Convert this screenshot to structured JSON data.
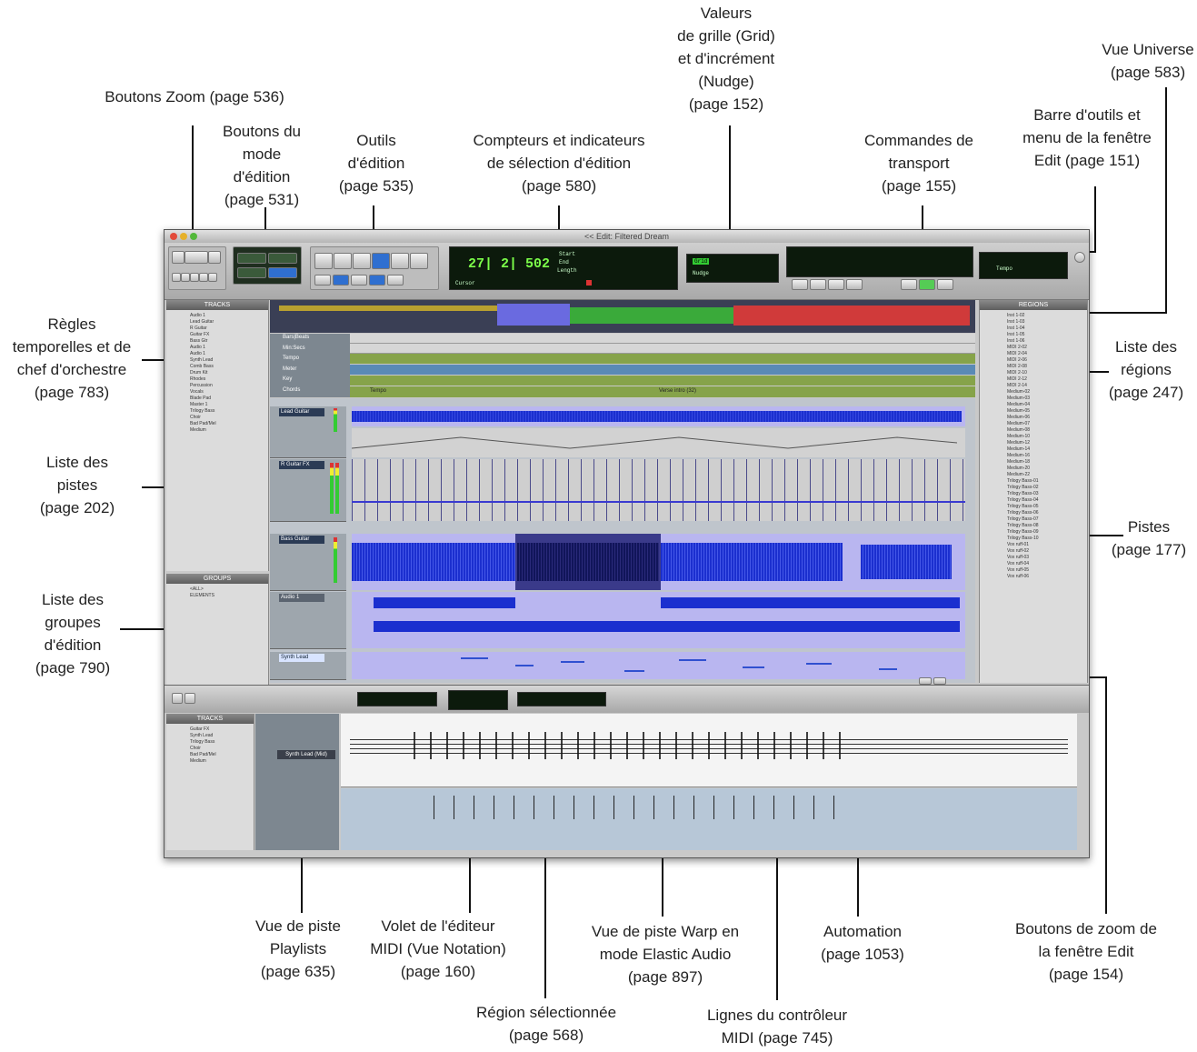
{
  "callouts": {
    "zoom": "Boutons Zoom (page 536)",
    "edit_mode": "Boutons du\nmode\nd'édition\n(page 531)",
    "edit_tools": "Outils\nd'édition\n(page 535)",
    "counters": "Compteurs et indicateurs\nde sélection d'édition\n(page 580)",
    "grid": "Valeurs\nde grille (Grid)\net d'incrément\n(Nudge)\n(page 152)",
    "transport": "Commandes de\ntransport\n(page 155)",
    "toolbar_menu": "Barre d'outils et\nmenu de la fenêtre\nEdit (page 151)",
    "universe": "Vue Universe\n(page 583)",
    "rulers": "Règles\ntemporelles et de\nchef d'orchestre\n(page 783)",
    "track_list": "Liste des\npistes\n(page 202)",
    "group_list": "Liste des\ngroupes\nd'édition\n(page 790)",
    "region_list": "Liste des\nrégions\n(page 247)",
    "tracks": "Pistes\n(page 177)",
    "playlists": "Vue de piste\nPlaylists\n(page 635)",
    "midi_editor": "Volet de l'éditeur\nMIDI (Vue Notation)\n(page 160)",
    "selected_region": "Région sélectionnée\n(page 568)",
    "warp": "Vue de piste Warp en\nmode Elastic Audio\n(page 897)",
    "controller": "Lignes du contrôleur\nMIDI (page 745)",
    "automation": "Automation\n(page 1053)",
    "zoom_edit": "Boutons de zoom de\nla fenêtre Edit\n(page 154)"
  },
  "window": {
    "title": "<< Edit: Filtered Dream",
    "counter_main": "27| 2| 502",
    "counter_labels": [
      "Start",
      "End",
      "Length"
    ],
    "cursor_label": "Cursor",
    "grid_label": "Grid",
    "nudge_label": "Nudge",
    "tempo_label": "Tempo"
  },
  "tracks_panel": {
    "header": "TRACKS",
    "items": [
      "Audio 1",
      "Lead Guitar",
      "R Guitar",
      "Guitar FX",
      "Bass Gtr",
      "Audio 1",
      "Audio 1",
      "Synth Lead",
      "Comb Bass",
      "Drum Kit",
      "Rhodes",
      "Percussion",
      "Vocals",
      "Blade Pad",
      "Master 1",
      "Trilogy Bass",
      "Choir",
      "Bad Pad/Mel",
      "Medium"
    ]
  },
  "groups_panel": {
    "header": "GROUPS",
    "items": [
      "<ALL>",
      "ELEMENTS"
    ]
  },
  "regions_panel": {
    "header": "REGIONS",
    "items": [
      "Inst 1-02",
      "Inst 1-03",
      "Inst 1-04",
      "Inst 1-05",
      "Inst 1-06",
      "MIDI 2-02",
      "MIDI 2-04",
      "MIDI 2-06",
      "MIDI 2-08",
      "MIDI 2-10",
      "MIDI 2-12",
      "MIDI 2-14",
      "Medium-02",
      "Medium-03",
      "Medium-04",
      "Medium-05",
      "Medium-06",
      "Medium-07",
      "Medium-08",
      "Medium-10",
      "Medium-12",
      "Medium-14",
      "Medium-16",
      "Medium-18",
      "Medium-20",
      "Medium-22",
      "Trilogy Bass-01",
      "Trilogy Bass-02",
      "Trilogy Bass-03",
      "Trilogy Bass-04",
      "Trilogy Bass-05",
      "Trilogy Bass-06",
      "Trilogy Bass-07",
      "Trilogy Bass-08",
      "Trilogy Bass-09",
      "Trilogy Bass-10",
      "Vox ruff-01",
      "Vox ruff-02",
      "Vox ruff-03",
      "Vox ruff-04",
      "Vox ruff-05",
      "Vox ruff-06"
    ]
  },
  "rulers": {
    "labels": [
      "Bars|Beats",
      "Min:Secs",
      "Tempo",
      "Meter",
      "Key",
      "Chords"
    ],
    "markers": [
      "Tempo",
      "Verse intro (32)"
    ]
  },
  "track_names": [
    "Lead Guitar",
    "R Guitar FX",
    "Bass Guitar",
    "Audio 1",
    "Synth Lead"
  ],
  "midi_editor": {
    "tracks_header": "TRACKS",
    "items": [
      "Guitar FX",
      "Synth Lead",
      "Trilogy Bass",
      "Choir",
      "Bad Pad/Mel",
      "Medium"
    ],
    "lane_label": "Synth Lead (Mid)"
  },
  "colors": {
    "audio_region": "#b9b6f0",
    "waveform": "#1b2fcf",
    "selected": "#3a3a8a",
    "tempo_ruler": "#86a34a",
    "lcd_text": "#7cff4a"
  }
}
